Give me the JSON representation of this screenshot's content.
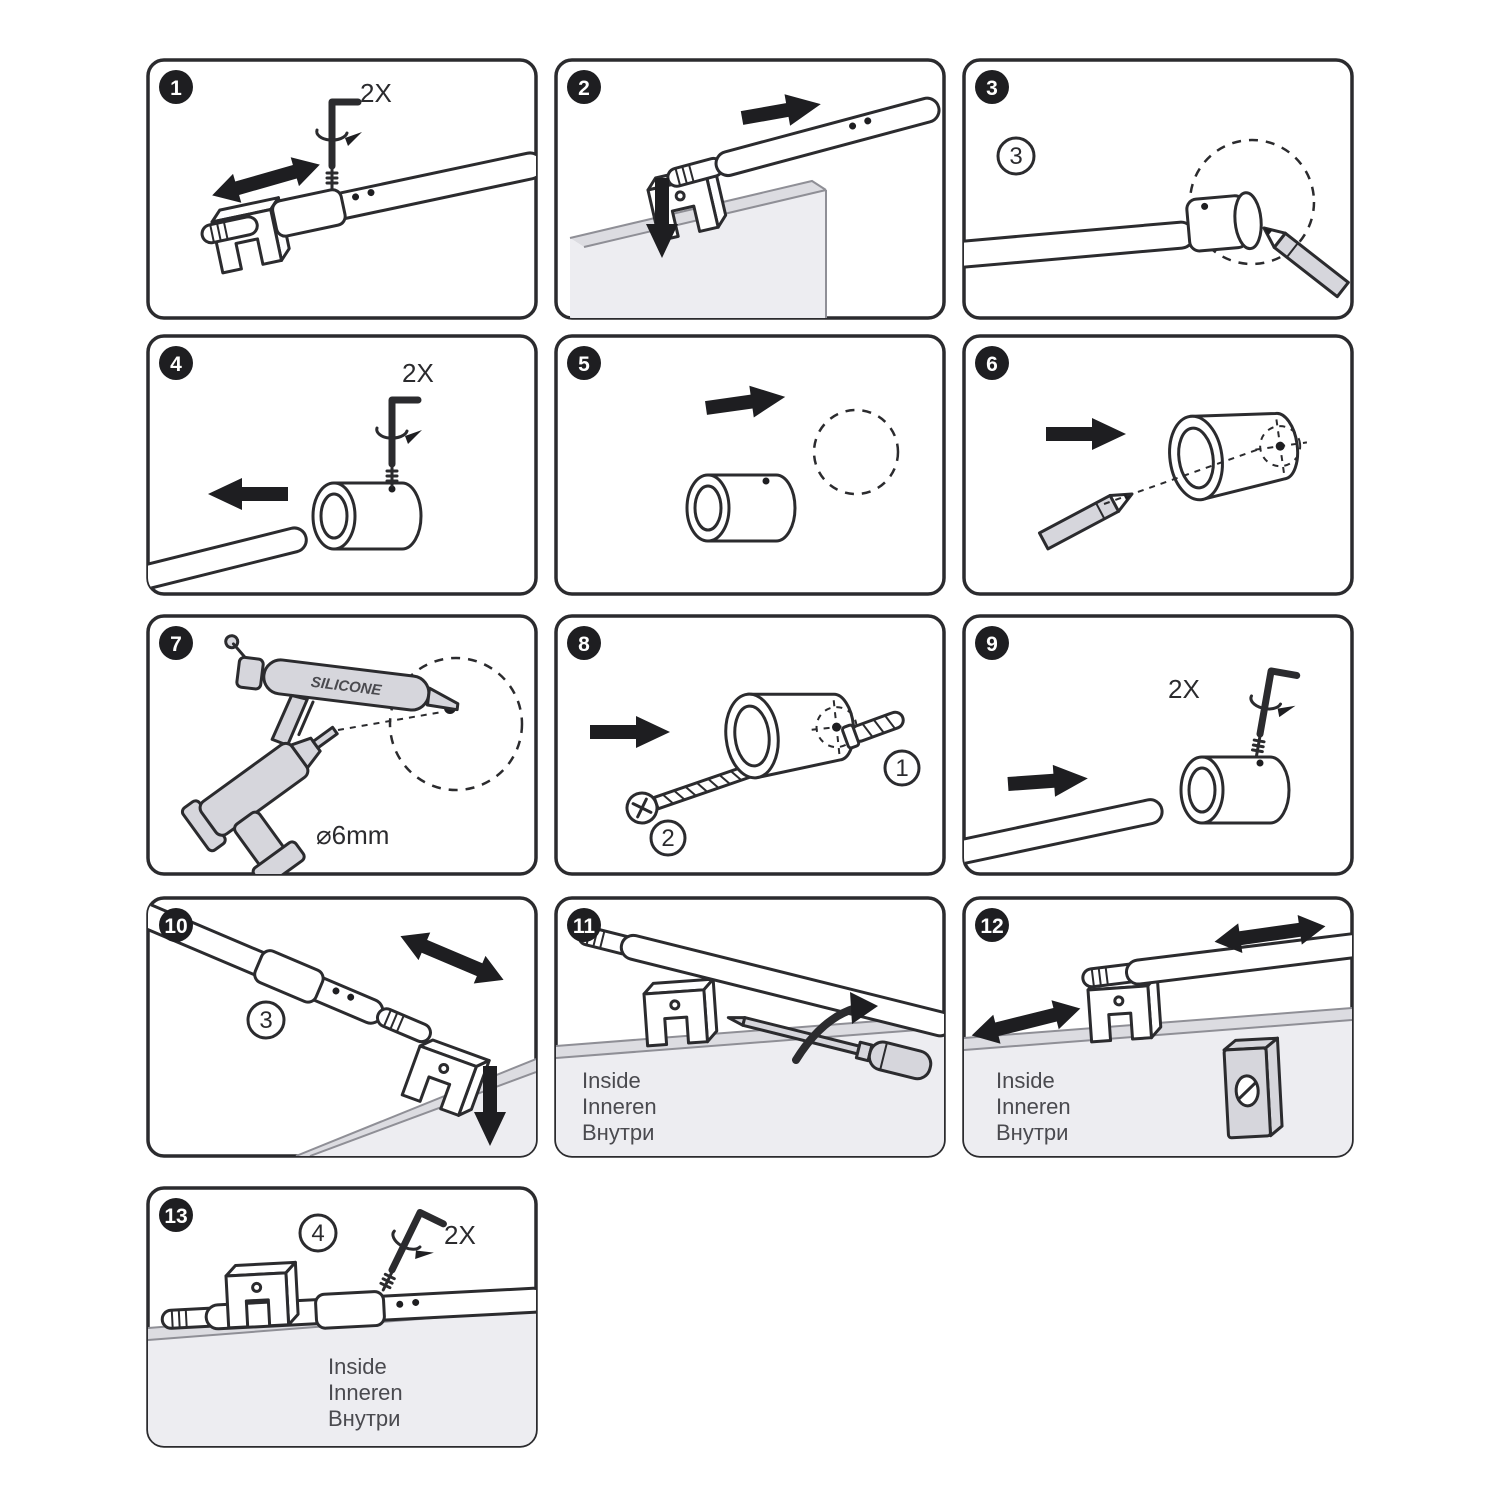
{
  "sheet": {
    "ink_color": "#2b2b2e",
    "glass_color": "#ededf1",
    "tool_color": "#d6d6dc",
    "step_count": 13,
    "icons": [
      "hex-key-icon",
      "rotation-arrow-icon",
      "double-arrow-icon",
      "arrow-icon",
      "set-screw-icon",
      "glass-clamp-icon",
      "support-bar-icon",
      "glass-panel",
      "pencil-icon",
      "wall-mount-icon",
      "dashed-circle-icon",
      "silicone-gun-icon",
      "drill-icon",
      "screw-icon",
      "wall-anchor-icon",
      "screwdriver-icon",
      "turn-arrow-icon",
      "rubber-block-icon",
      "wall-flange-icon"
    ]
  },
  "steps": {
    "s1": {
      "num": "1",
      "repeat": "2X"
    },
    "s2": {
      "num": "2"
    },
    "s3": {
      "num": "3",
      "ref": "3"
    },
    "s4": {
      "num": "4",
      "repeat": "2X"
    },
    "s5": {
      "num": "5"
    },
    "s6": {
      "num": "6"
    },
    "s7": {
      "num": "7",
      "silicone_label": "SILICONE",
      "drill_diameter": "⌀6mm"
    },
    "s8": {
      "num": "8",
      "ref_anchor": "1",
      "ref_screw": "2"
    },
    "s9": {
      "num": "9",
      "repeat": "2X"
    },
    "s10": {
      "num": "10",
      "ref": "3"
    },
    "s11": {
      "num": "11",
      "inside_en": "Inside",
      "inside_de": "Inneren",
      "inside_ru": "Внутри"
    },
    "s12": {
      "num": "12",
      "inside_en": "Inside",
      "inside_de": "Inneren",
      "inside_ru": "Внутри"
    },
    "s13": {
      "num": "13",
      "ref": "4",
      "repeat": "2X",
      "inside_en": "Inside",
      "inside_de": "Inneren",
      "inside_ru": "Внутри"
    }
  }
}
